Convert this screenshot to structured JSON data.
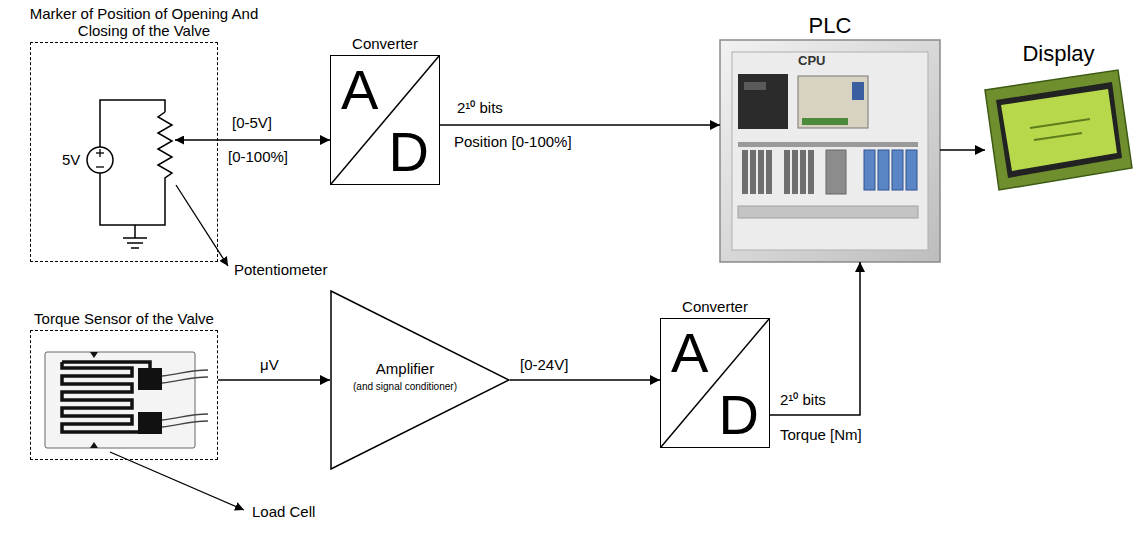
{
  "diagram": {
    "nodes": [
      {
        "text": [
          "Marker of Position of Opening And Closing of the Valve"
        ]
      },
      {
        "text": [
          "Converter",
          "A",
          "D"
        ]
      },
      {
        "text": [
          "PLC",
          "CPU"
        ]
      },
      {
        "text": [
          "Display"
        ]
      },
      {
        "text": [
          "Torque Sensor of the Valve"
        ]
      },
      {
        "text": [
          "Amplifier",
          "(and signal conditioner)"
        ]
      },
      {
        "text": [
          "Converter",
          "A",
          "D"
        ]
      }
    ],
    "edges": [
      {
        "from": 0,
        "to": 1,
        "arrow": "to",
        "label": "[0-5V]"
      },
      {
        "from": 1,
        "to": 2,
        "arrow": "to",
        "label": "2¹⁰ bits"
      },
      {
        "from": 2,
        "to": 3,
        "arrow": "to"
      },
      {
        "from": 4,
        "to": 5,
        "arrow": "to",
        "label": "μV"
      },
      {
        "from": 5,
        "to": 6,
        "arrow": "to",
        "label": "[0-24V]"
      },
      {
        "from": 6,
        "to": 2,
        "arrow": "to",
        "label": "2¹⁰ bits"
      }
    ],
    "labels": [
      "5V",
      "[0-100%]",
      "Position [0-100%]",
      "Torque [Nm]",
      "Potentiometer",
      "Load Cell"
    ]
  }
}
